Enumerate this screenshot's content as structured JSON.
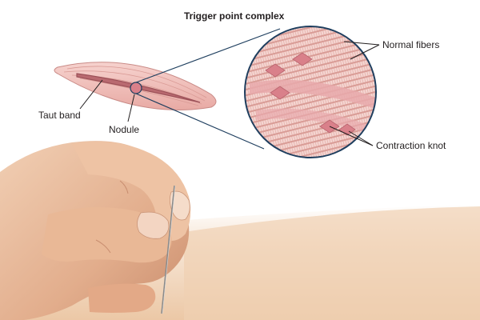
{
  "diagram": {
    "title": "Trigger point complex",
    "labels": {
      "taut_band": "Taut band",
      "nodule": "Nodule",
      "normal_fibers": "Normal fibers",
      "contraction_knot": "Contraction knot"
    },
    "colors": {
      "muscle_fill": "#f2c4c0",
      "muscle_stroke": "#c98a86",
      "fiber_light": "#f6d9d6",
      "fiber_dark": "#e3a7a2",
      "knot": "#d9808a",
      "leader_line": "#1f3f5f",
      "skin": "#e8c4a0",
      "background_skin": "#f3dcc4"
    }
  }
}
